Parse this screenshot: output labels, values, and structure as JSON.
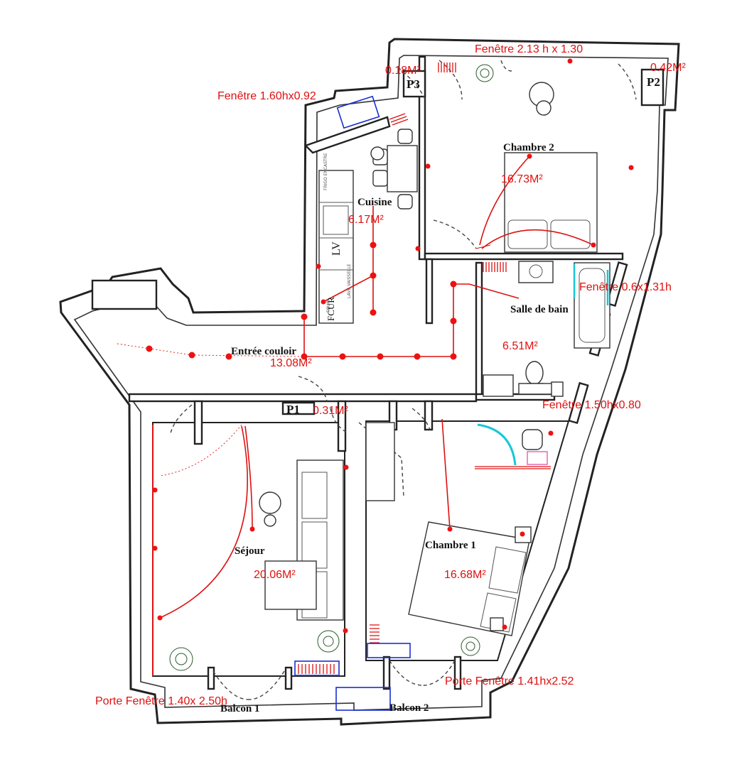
{
  "rooms": {
    "chambre2": {
      "name": "Chambre 2",
      "area": "16.73M²"
    },
    "cuisine": {
      "name": "Cuisine",
      "area": "6.17M²"
    },
    "salle_de_bain": {
      "name": "Salle de bain",
      "area": "6.51M²"
    },
    "entree": {
      "name": "Entrée couloir",
      "area": "13.08M²"
    },
    "sejour": {
      "name": "Séjour",
      "area": "20.06M²"
    },
    "chambre1": {
      "name": "Chambre 1",
      "area": "16.68M²"
    },
    "balcon1": {
      "name": "Balcon 1"
    },
    "balcon2": {
      "name": "Balcon 2"
    }
  },
  "closets": {
    "p1": {
      "name": "P1",
      "area": "0.31M²"
    },
    "p2": {
      "name": "P2",
      "area": "0.42M²"
    },
    "p3": {
      "name": "P3",
      "area": "0.18M²"
    }
  },
  "openings": {
    "window_chambre2": "Fenêtre 2.13 h x 1.30",
    "window_cuisine": "Fenêtre 1.60hx0.92",
    "window_sdb_1": "Fenêtre 0.6x1.31h",
    "window_sdb_2": "Fenêtre 1.50hx0.80",
    "french_door_sejour": "Porte Fenêtre 1.40x 2.50h",
    "french_door_chambre1": "Porte Fenêtre 1.41hx2.52"
  },
  "fixtures": {
    "fridge_label": "FRIGO ENCASTRE",
    "fcur_label": "FCUR",
    "lv_label": "LV",
    "oven_label": "FOUR",
    "dishwasher_label": "LAVE VAISSELLE"
  },
  "colors": {
    "annotation": "#e01010",
    "walls": "#222222",
    "radiator_frame": "#1a2fd0",
    "shower_glass": "#14c8d8"
  }
}
